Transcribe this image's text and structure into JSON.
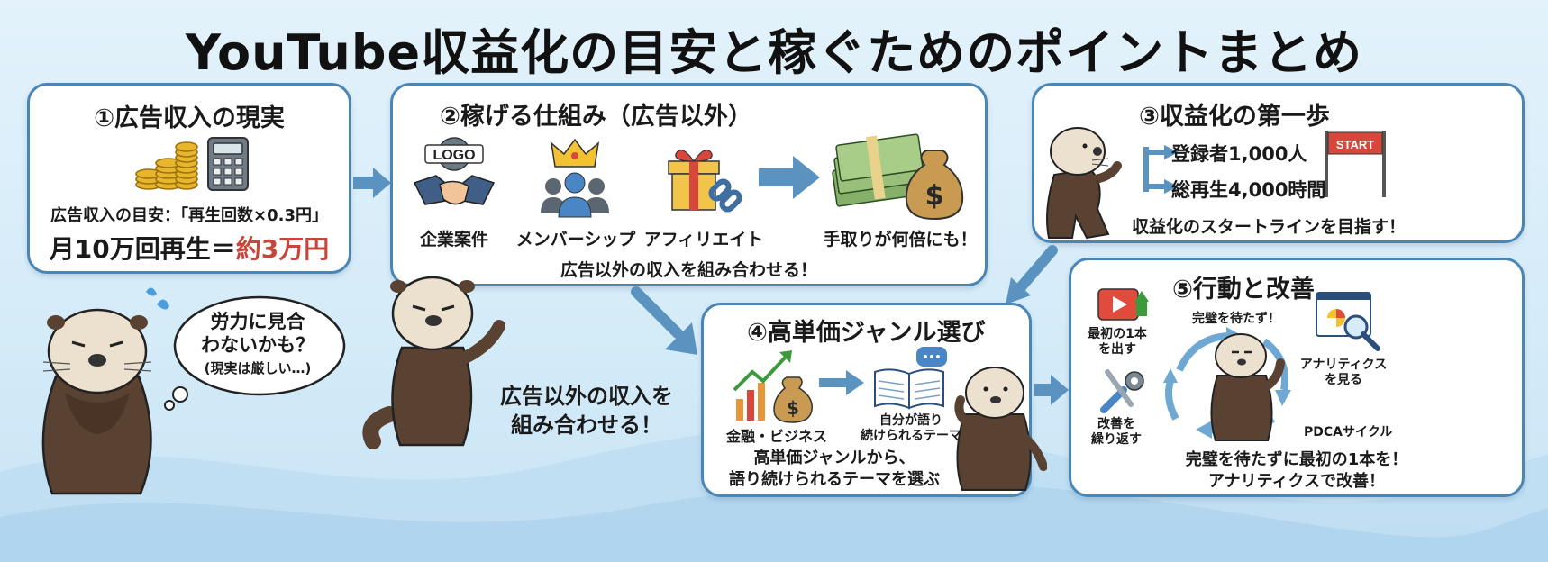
{
  "title": "YouTube収益化の目安と稼ぐためのポイントまとめ",
  "panel1": {
    "heading": "①広告収入の現実",
    "note": "広告収入の目安：「再生回数×0.3円」",
    "result_prefix": "月10万回再生＝",
    "result_value": "約3万円"
  },
  "bubble": {
    "line1": "労力に見合",
    "line2": "わないかも？",
    "line3": "(現実は厳しい…)"
  },
  "panel2": {
    "heading": "②稼げる仕組み（広告以外）",
    "logo_text": "LOGO",
    "items": [
      "企業案件",
      "メンバーシップ",
      "アフィリエイト"
    ],
    "result": "手取りが何倍にも！",
    "footer": "広告以外の収入を組み合わせる！"
  },
  "middle_caption": {
    "line1": "広告以外の収入を",
    "line2": "組み合わせる！"
  },
  "panel3": {
    "heading": "③収益化の第一歩",
    "req1": "登録者1,000人",
    "req2": "総再生4,000時間",
    "flag": "START",
    "footer": "収益化のスタートラインを目指す！"
  },
  "panel4": {
    "heading": "④高単価ジャンル選び",
    "item1": "金融・ビジネス",
    "item2_line1": "自分が語り",
    "item2_line2": "続けられるテーマ",
    "footer_line1": "高単価ジャンルから、",
    "footer_line2": "語り続けられるテーマを選ぶ"
  },
  "panel5": {
    "heading": "⑤行動と改善",
    "step1_line1": "最初の1本",
    "step1_line2": "を出す",
    "top_note": "完璧を待たず！",
    "step2_line1": "アナリティクス",
    "step2_line2": "を見る",
    "step3_line1": "改善を",
    "step3_line2": "繰り返す",
    "cycle": "PDCAサイクル",
    "footer_line1": "完璧を待たずに最初の1本を！",
    "footer_line2": "アナリティクスで改善！"
  },
  "colors": {
    "panel_border": "#4a86b5",
    "arrow": "#5b93c0",
    "accent_red": "#c8453a",
    "otter_fur": "#5a4232",
    "otter_face": "#ece0cf"
  }
}
